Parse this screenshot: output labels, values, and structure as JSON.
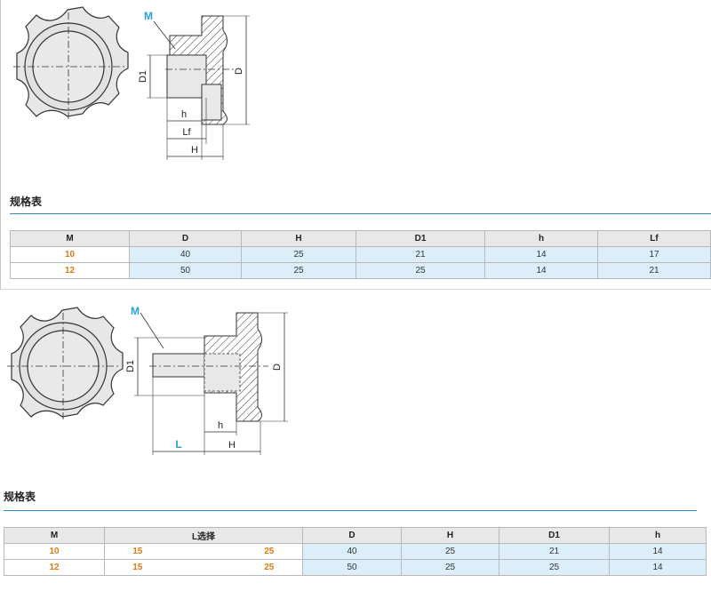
{
  "section1": {
    "labels": {
      "M": "M",
      "D1": "D1",
      "D": "D",
      "h": "h",
      "Lf": "Lf",
      "H": "H"
    },
    "heading": "规格表",
    "headers": [
      "M",
      "D",
      "H",
      "D1",
      "h",
      "Lf"
    ],
    "rows": [
      [
        "10",
        "40",
        "25",
        "21",
        "14",
        "17"
      ],
      [
        "12",
        "50",
        "25",
        "25",
        "14",
        "21"
      ]
    ]
  },
  "section2": {
    "labels": {
      "M": "M",
      "D1": "D1",
      "D": "D",
      "h": "h",
      "L": "L",
      "H": "H"
    },
    "heading": "规格表",
    "headers": [
      "M",
      "L选择",
      "D",
      "H",
      "D1",
      "h"
    ],
    "rows": [
      [
        "10",
        "15",
        "25",
        "40",
        "25",
        "21",
        "14"
      ],
      [
        "12",
        "15",
        "25",
        "50",
        "25",
        "25",
        "14"
      ]
    ]
  },
  "colors": {
    "accent": "#2e8bc0",
    "orange": "#e07a10",
    "cell_blue": "#dbeefa",
    "label_blue": "#2aa0d8"
  }
}
